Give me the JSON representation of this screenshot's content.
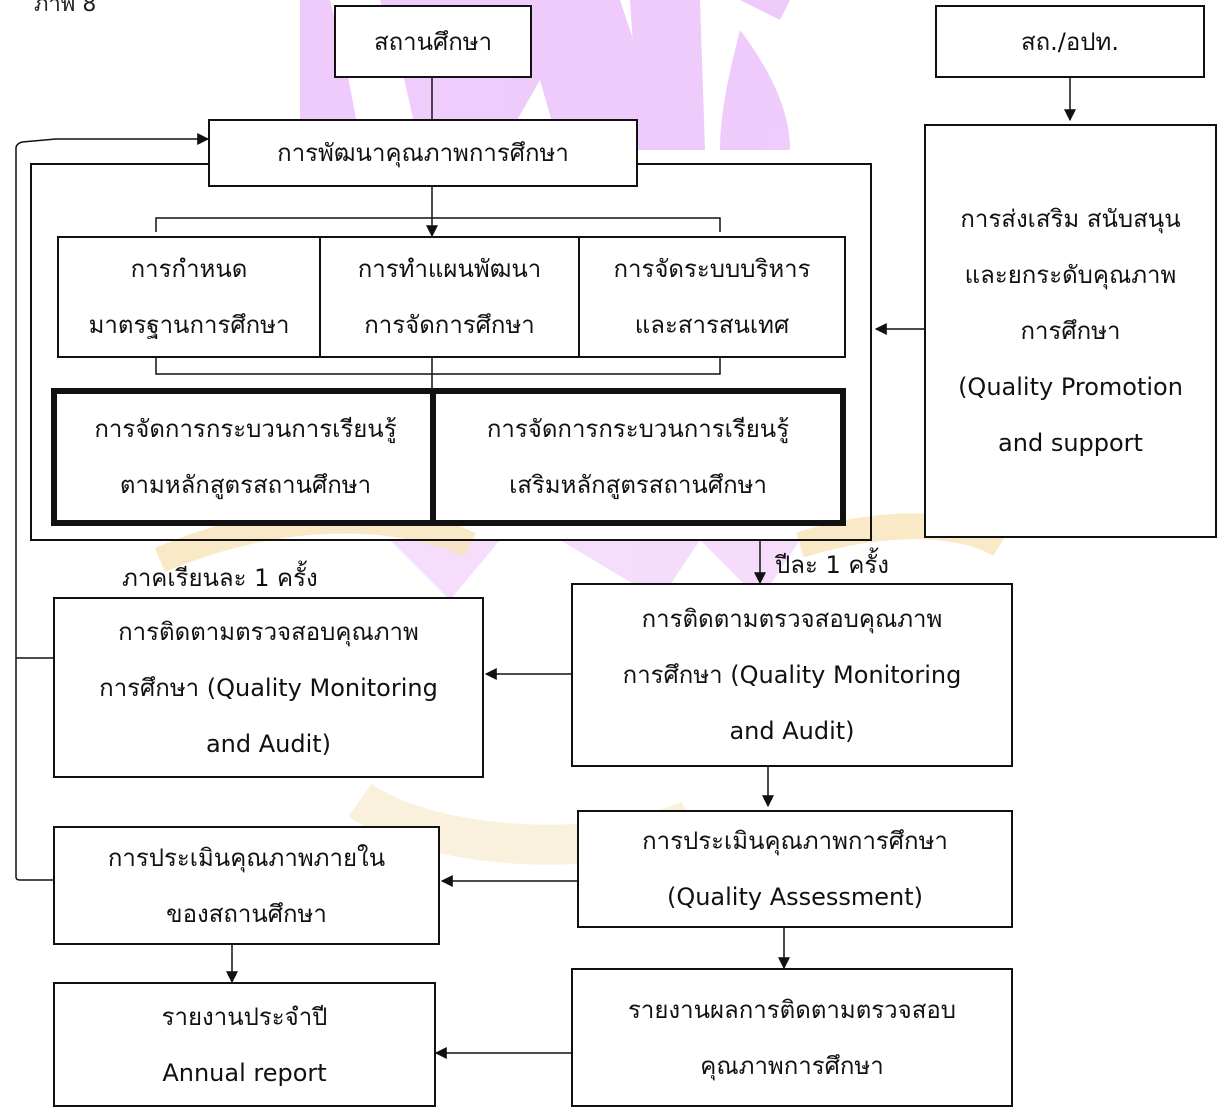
{
  "page_label": "ภาพ 8",
  "boxes": {
    "school": "สถานศึกษา",
    "office": "สถ./อปท.",
    "dev": "การพัฒนาคุณภาพการศึกษา",
    "standard": [
      "การกำหนด",
      "มาตรฐานการศึกษา"
    ],
    "plan": [
      "การทำแผนพัฒนา",
      "การจัดการศึกษา"
    ],
    "admin": [
      "การจัดระบบบริหาร",
      "และสารสนเทศ"
    ],
    "learn_core": [
      "การจัดการกระบวนการเรียนรู้",
      "ตามหลักสูตรสถานศึกษา"
    ],
    "learn_extra": [
      "การจัดการกระบวนการเรียนรู้",
      "เสริมหลักสูตรสถานศึกษา"
    ],
    "promotion": [
      "การส่งเสริม สนับสนุน",
      "และยกระดับคุณภาพ",
      "การศึกษา",
      "(Quality Promotion",
      "and support"
    ],
    "monitor_left": [
      "การติดตามตรวจสอบคุณภาพ",
      "การศึกษา (Quality Monitoring",
      "and Audit)"
    ],
    "monitor_right": [
      "การติดตามตรวจสอบคุณภาพ",
      "การศึกษา (Quality Monitoring",
      "and Audit)"
    ],
    "internal_eval": [
      "การประเมินคุณภาพภายใน",
      "ของสถานศึกษา"
    ],
    "assessment": [
      "การประเมินคุณภาพการศึกษา",
      "(Quality Assessment)"
    ],
    "annual": [
      "รายงานประจำปี",
      "Annual report"
    ],
    "report": [
      "รายงานผลการติดตามตรวจสอบ",
      "คุณภาพการศึกษา"
    ]
  },
  "labels": {
    "per_semester": "ภาคเรียนละ 1 ครั้ง",
    "per_year": "ปีละ 1 ครั้ง"
  },
  "colors": {
    "watermark_purple": "#e3a6f7",
    "watermark_gold": "#f8e6a6"
  }
}
